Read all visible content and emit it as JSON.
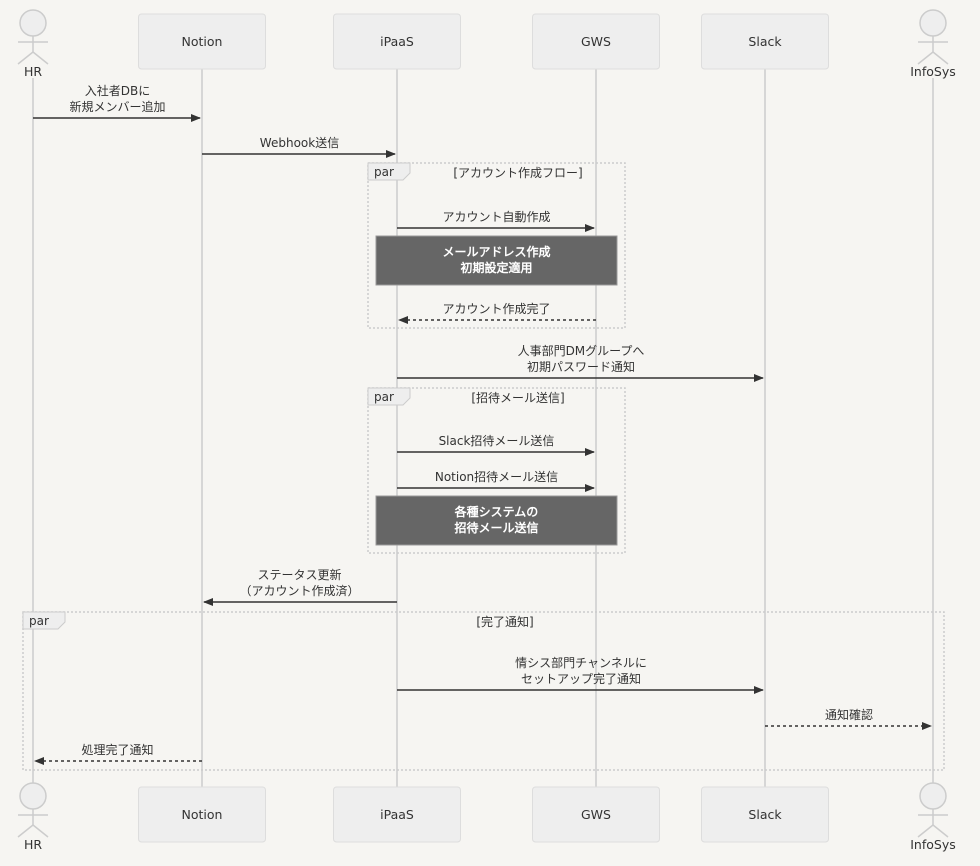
{
  "participants": [
    {
      "id": "HR",
      "label": "HR",
      "kind": "actor"
    },
    {
      "id": "Notion",
      "label": "Notion",
      "kind": "box"
    },
    {
      "id": "iPaaS",
      "label": "iPaaS",
      "kind": "box"
    },
    {
      "id": "GWS",
      "label": "GWS",
      "kind": "box"
    },
    {
      "id": "Slack",
      "label": "Slack",
      "kind": "box"
    },
    {
      "id": "InfoSys",
      "label": "InfoSys",
      "kind": "actor"
    }
  ],
  "messages": [
    {
      "from": "HR",
      "to": "Notion",
      "lines": [
        "入社者DBに",
        "新規メンバー追加"
      ],
      "style": "solid"
    },
    {
      "from": "Notion",
      "to": "iPaaS",
      "lines": [
        "Webhook送信"
      ],
      "style": "solid"
    },
    {
      "from": "iPaaS",
      "to": "GWS",
      "lines": [
        "アカウント自動作成"
      ],
      "style": "solid"
    },
    {
      "from": "GWS",
      "to": "iPaaS",
      "lines": [
        "アカウント作成完了"
      ],
      "style": "dotted"
    },
    {
      "from": "iPaaS",
      "to": "Slack",
      "lines": [
        "人事部門DMグループへ",
        "初期パスワード通知"
      ],
      "style": "solid"
    },
    {
      "from": "iPaaS",
      "to": "GWS",
      "lines": [
        "Slack招待メール送信"
      ],
      "style": "solid"
    },
    {
      "from": "iPaaS",
      "to": "GWS",
      "lines": [
        "Notion招待メール送信"
      ],
      "style": "solid"
    },
    {
      "from": "iPaaS",
      "to": "Notion",
      "lines": [
        "ステータス更新",
        "（アカウント作成済）"
      ],
      "style": "solid"
    },
    {
      "from": "iPaaS",
      "to": "Slack",
      "lines": [
        "情シス部門チャンネルに",
        "セットアップ完了通知"
      ],
      "style": "solid"
    },
    {
      "from": "Slack",
      "to": "InfoSys",
      "lines": [
        "通知確認"
      ],
      "style": "dotted"
    },
    {
      "from": "Notion",
      "to": "HR",
      "lines": [
        "処理完了通知"
      ],
      "style": "dotted"
    }
  ],
  "notes": [
    {
      "lines": [
        "メールアドレス作成",
        "初期設定適用"
      ]
    },
    {
      "lines": [
        "各種システムの",
        "招待メール送信"
      ]
    }
  ],
  "fragments": [
    {
      "keyword": "par",
      "title": "[アカウント作成フロー]"
    },
    {
      "keyword": "par",
      "title": "[招待メール送信]"
    },
    {
      "keyword": "par",
      "title": "[完了通知]"
    }
  ],
  "colors": {
    "background": "#f6f5f2",
    "participant_fill": "#eeeeee",
    "participant_stroke": "#dddddd",
    "lifeline": "#cccccc",
    "arrow": "#333333",
    "note_fill": "#666666",
    "note_text": "#ffffff",
    "fragment_stroke": "#cccccc"
  }
}
